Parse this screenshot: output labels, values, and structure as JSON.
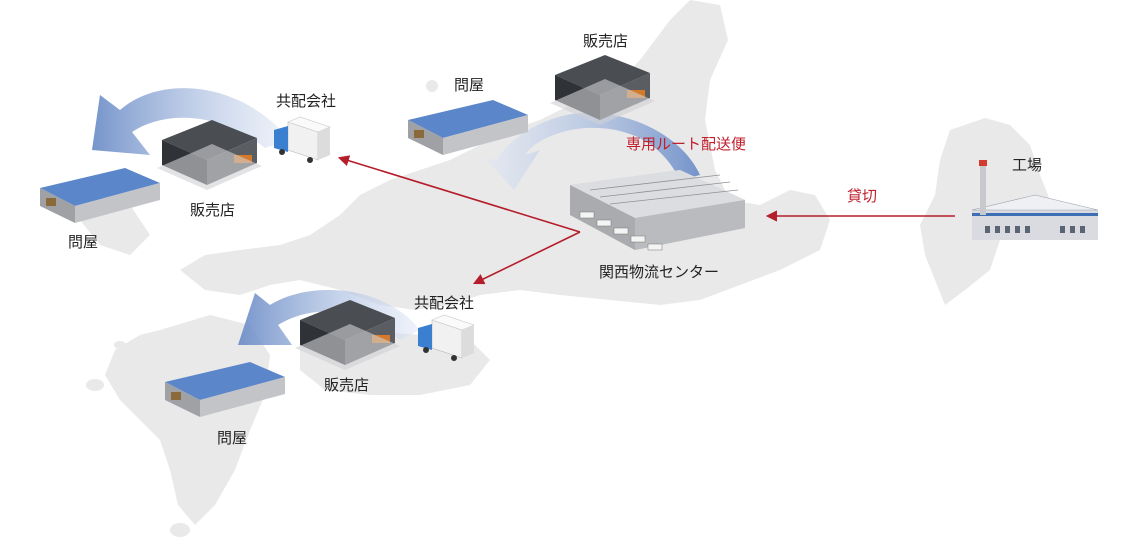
{
  "labels": {
    "factory": "工場",
    "charter": "貸切",
    "dedicated_route": "専用ルート配送便",
    "kansai_center": "関西物流センター",
    "wholesaler_top": "問屋",
    "retailer_top": "販売店",
    "joint_delivery_1": "共配会社",
    "retailer_1": "販売店",
    "wholesaler_1": "問屋",
    "joint_delivery_2": "共配会社",
    "retailer_2": "販売店",
    "wholesaler_2": "問屋"
  },
  "colors": {
    "map": "#e9e9ea",
    "arrow_red": "#b51d2b",
    "flow_blue": "#8ea8d4",
    "roof_blue": "#5b86c9",
    "building_dark": "#3e4146",
    "warehouse_wall": "#b7b8bb",
    "truck_box": "#f1f1f1",
    "truck_cab": "#3b7fd1"
  }
}
